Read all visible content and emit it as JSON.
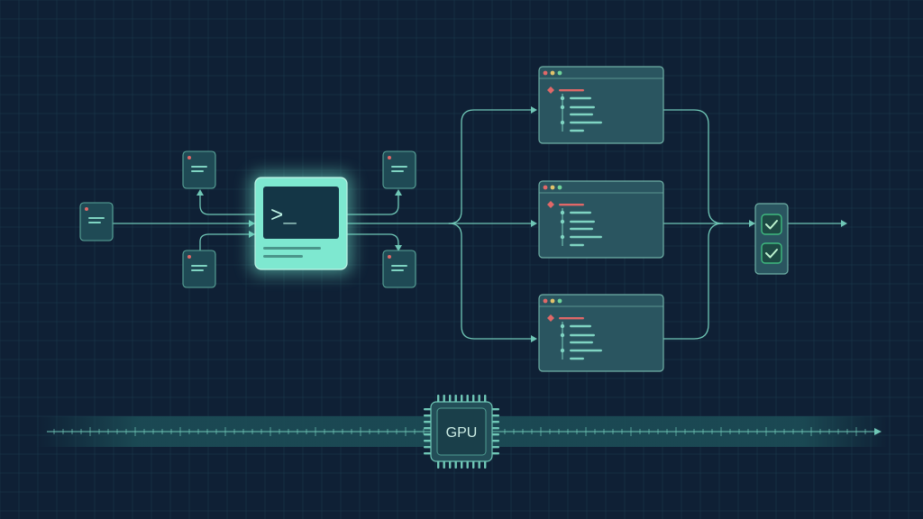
{
  "colors": {
    "background": "#0f2035",
    "grid": "#1b3a4c",
    "connector": "#6fc7b6",
    "card_fill": "#1f4a55",
    "card_border": "#5aa79a",
    "terminal_fill": "#7ee8d0",
    "terminal_screen": "#143646",
    "panel_fill": "#2a5560",
    "panel_border": "#6fb1a6",
    "line": "#7fd4c2",
    "accent_red": "#e06868",
    "dot_yellow": "#e2c36b",
    "dot_green": "#6fd49a",
    "check_green": "#3fb97f",
    "timeline_band": "#1c4d56",
    "chip_fill": "#234e58"
  },
  "terminal": {
    "prompt": ">_",
    "icon": "terminal-prompt-icon"
  },
  "chip": {
    "label": "GPU",
    "icon": "cpu-chip-icon"
  },
  "validator": {
    "checks": 2,
    "icon": "checkmark-icon"
  },
  "panels": {
    "count": 3,
    "icon": "git-branch-icon"
  },
  "docs": {
    "count": 5,
    "icon": "document-icon"
  }
}
